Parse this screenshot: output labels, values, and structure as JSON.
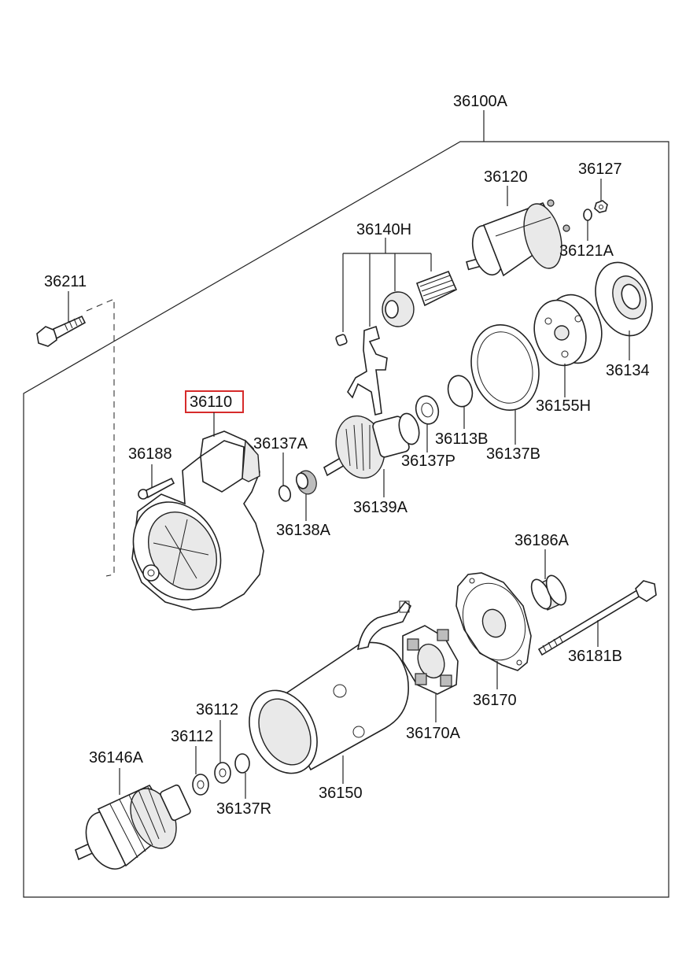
{
  "labels": {
    "p36100A": "36100A",
    "p36120": "36120",
    "p36127": "36127",
    "p36140H": "36140H",
    "p36121A": "36121A",
    "p36211": "36211",
    "p36134": "36134",
    "p36155H": "36155H",
    "p36110": "36110",
    "p36137A": "36137A",
    "p36188": "36188",
    "p36113B": "36113B",
    "p36137P": "36137P",
    "p36137B": "36137B",
    "p36139A": "36139A",
    "p36138A": "36138A",
    "p36186A": "36186A",
    "p36181B": "36181B",
    "p36170": "36170",
    "p36112a": "36112",
    "p36112b": "36112",
    "p36170A": "36170A",
    "p36146A": "36146A",
    "p36150": "36150",
    "p36137R": "36137R"
  },
  "highlighted_part": "36110",
  "colors": {
    "highlight": "#d62b2b",
    "line": "#222222"
  }
}
